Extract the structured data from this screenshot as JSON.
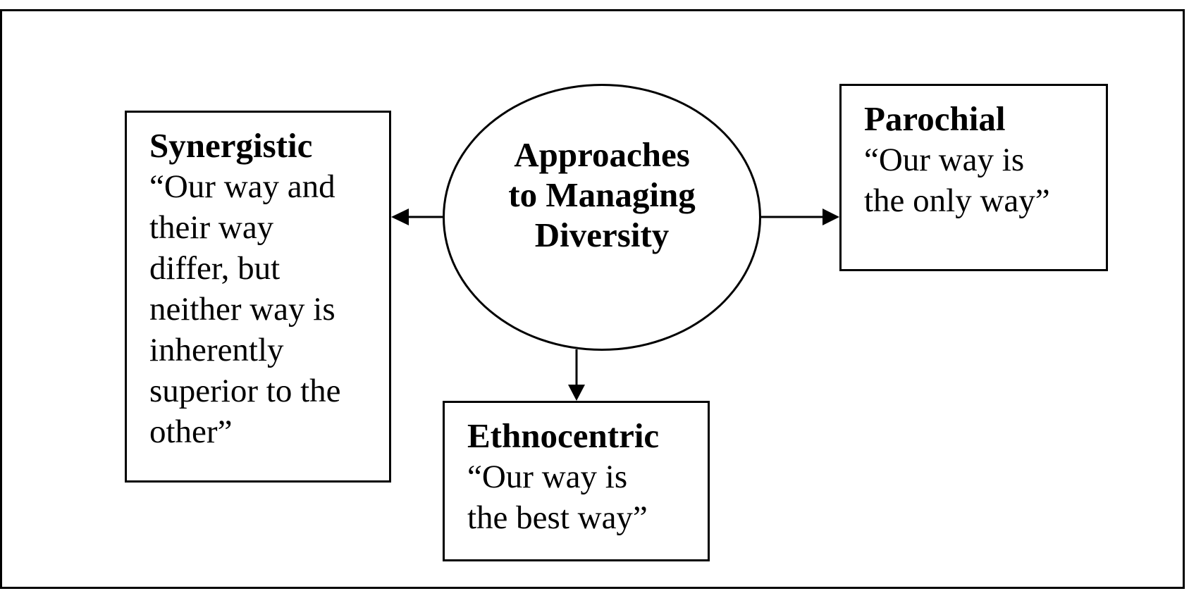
{
  "center": {
    "title": "Approaches\nto Managing\nDiversity"
  },
  "approaches": {
    "synergistic": {
      "title": "Synergistic",
      "quote_lines": [
        "“Our way and",
        "their way",
        "differ, but",
        "neither way is",
        "inherently",
        "superior to the",
        "other”"
      ]
    },
    "parochial": {
      "title": "Parochial",
      "quote_lines": [
        "“Our way is",
        "the only way”"
      ]
    },
    "ethnocentric": {
      "title": "Ethnocentric",
      "quote_lines": [
        "“Our way is",
        "the best way”"
      ]
    }
  },
  "colors": {
    "stroke": "#000000",
    "background": "#ffffff"
  }
}
